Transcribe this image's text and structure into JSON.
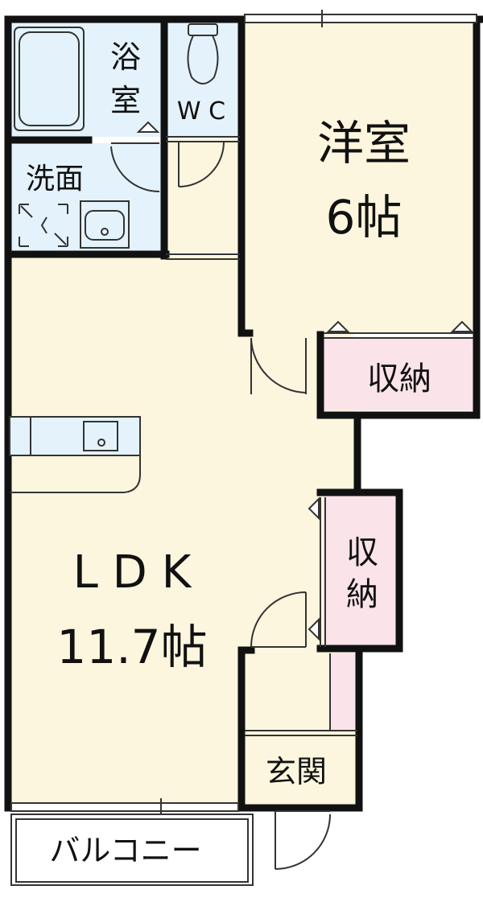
{
  "colors": {
    "wall": "#111111",
    "living_floor": "#fdf6de",
    "wet_area_floor": "#e4f3fb",
    "storage_floor": "#fbe3ea",
    "fixture_line": "#333333",
    "exterior": "#ffffff"
  },
  "rooms": {
    "bath": {
      "label_line1": "浴",
      "label_line2": "室"
    },
    "wc": {
      "label": "W C"
    },
    "washroom": {
      "label": "洗面"
    },
    "western_room": {
      "label": "洋室",
      "size": "6帖"
    },
    "closet_upper": {
      "label": "収納"
    },
    "closet_side": {
      "label_line1": "収",
      "label_line2": "納"
    },
    "ldk": {
      "label": "L D K",
      "size": "11.7帖"
    },
    "entrance": {
      "label": "玄関"
    },
    "balcony": {
      "label": "バルコニー"
    }
  },
  "icons": [
    "bathtub-icon",
    "toilet-icon",
    "sink-icon",
    "washing-machine-icon",
    "kitchen-sink-icon",
    "door-swing-icon",
    "window-icon"
  ]
}
